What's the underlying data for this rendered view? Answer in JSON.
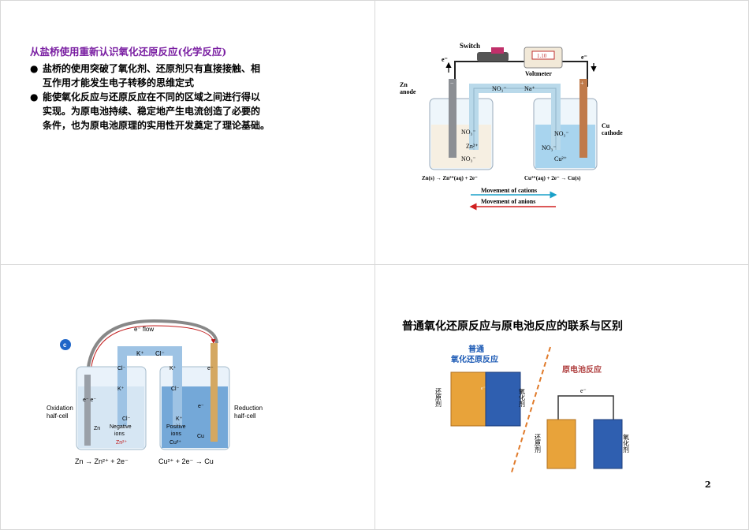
{
  "slide1": {
    "heading": "从盐桥使用重新认识氧化还原反应(化学反应)",
    "bullet1_line1": "盐桥的使用突破了氧化剂、还原剂只有直接接触、相",
    "bullet1_line2": "互作用才能发生电子转移的思维定式",
    "bullet2_line1": "能使氧化反应与还原反应在不同的区域之间进行得以",
    "bullet2_line2": "实现。为原电池持续、稳定地产生电流创造了必要的",
    "bullet2_line3": "条件，也为原电池原理的实用性开发奠定了理论基础。"
  },
  "slide2": {
    "switch": "Switch",
    "voltmeter": "Voltmeter",
    "meter_value": "1.10",
    "e_left": "e⁻",
    "e_right": "e⁻",
    "zn_anode_1": "Zn",
    "zn_anode_2": "anode",
    "cu_cathode_1": "Cu",
    "cu_cathode_2": "cathode",
    "bridge_no3": "NO₃⁻",
    "bridge_na": "Na⁺",
    "left_no3_a": "NO₃⁻",
    "left_zn2": "Zn²⁺",
    "left_no3_b": "NO₃⁻",
    "right_no3_a": "NO₃⁻",
    "right_no3_b": "NO₃⁻",
    "right_cu2": "Cu²⁺",
    "minus": "−",
    "plus": "+",
    "eq_left": "Zn(s) → Zn²⁺(aq) + 2e⁻",
    "eq_right": "Cu²⁺(aq) + 2e⁻ → Cu(s)",
    "cations": "Movement of cations",
    "anions": "Movement of anions"
  },
  "slide3": {
    "badge": "c",
    "eflow": "e⁻ flow",
    "bridge_k": "K⁺",
    "bridge_cl": "Cl⁻",
    "cl_left": "Cl⁻",
    "k_left": "K⁺",
    "e_pair": "e⁻ e⁻",
    "e_right_top": "e⁻",
    "cl_right": "Cl⁻",
    "e_right_mid": "e⁻",
    "oxidation_1": "Oxidation",
    "oxidation_2": "half-cell",
    "reduction_1": "Reduction",
    "reduction_2": "half-cell",
    "zn": "Zn",
    "cl_neg": "Cl⁻",
    "negative_1": "Negative",
    "negative_2": "ions",
    "zn2": "Zn²⁺",
    "k_pos": "K⁺",
    "positive_1": "Positive",
    "positive_2": "ions",
    "cu2": "Cu²⁺",
    "cu": "Cu",
    "eq_left": "Zn → Zn²⁺ + 2e⁻",
    "eq_right": "Cu²⁺ + 2e⁻ → Cu"
  },
  "slide4": {
    "title": "普通氧化还原反应与原电池反应的联系与区别",
    "ordinary_1": "普通",
    "ordinary_2": "氧化还原反应",
    "galvanic": "原电池反应",
    "reducer": "还原剂",
    "oxidizer": "氧化剂",
    "e_label": "e⁻",
    "e_small": "e⁻"
  },
  "page_number": "2"
}
